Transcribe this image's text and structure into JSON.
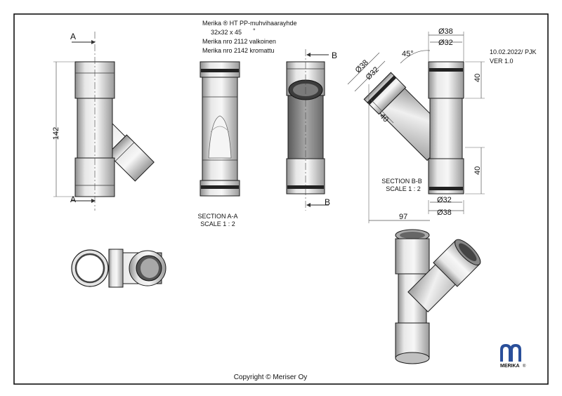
{
  "title_block": {
    "line1": "Merika ® HT PP-muhvihaarayhde",
    "line2": "32x32 x 45",
    "line2_degree": "°",
    "line3": "Merika nro  2112  valkoinen",
    "line4": "Merika nro  2142  kromattu"
  },
  "revision": {
    "date": "10.02.2022/ PJK",
    "version": "VER 1.0"
  },
  "dimensions": {
    "height_142": "142",
    "d38_top": "Ø38",
    "d32_top": "Ø32",
    "angle_45": "45°",
    "d38_branch": "Ø38",
    "d32_branch": "Ø32",
    "len_40_branch": "40",
    "len_40_top": "40",
    "len_40_bottom": "40",
    "d32_bottom": "Ø32",
    "d38_bottom": "Ø38",
    "width_97": "97"
  },
  "section_markers": {
    "a_top": "A",
    "a_bottom": "A",
    "b_top": "B",
    "b_bottom": "B"
  },
  "section_labels": {
    "aa_title": "SECTION A-A",
    "aa_scale": "SCALE 1 : 2",
    "bb_title": "SECTION B-B",
    "bb_scale": "SCALE 1 : 2"
  },
  "logo": {
    "text": "MERIKA",
    "registered": "®"
  },
  "footer": {
    "copyright": "Copyright © Meriser Oy"
  },
  "colors": {
    "pipe_light": "#f2f2f2",
    "pipe_mid": "#c9c9c9",
    "pipe_dark": "#8f8f8f",
    "outline": "#1a1a1a",
    "dimension": "#555555",
    "logo_blue": "#2a4f9a"
  }
}
